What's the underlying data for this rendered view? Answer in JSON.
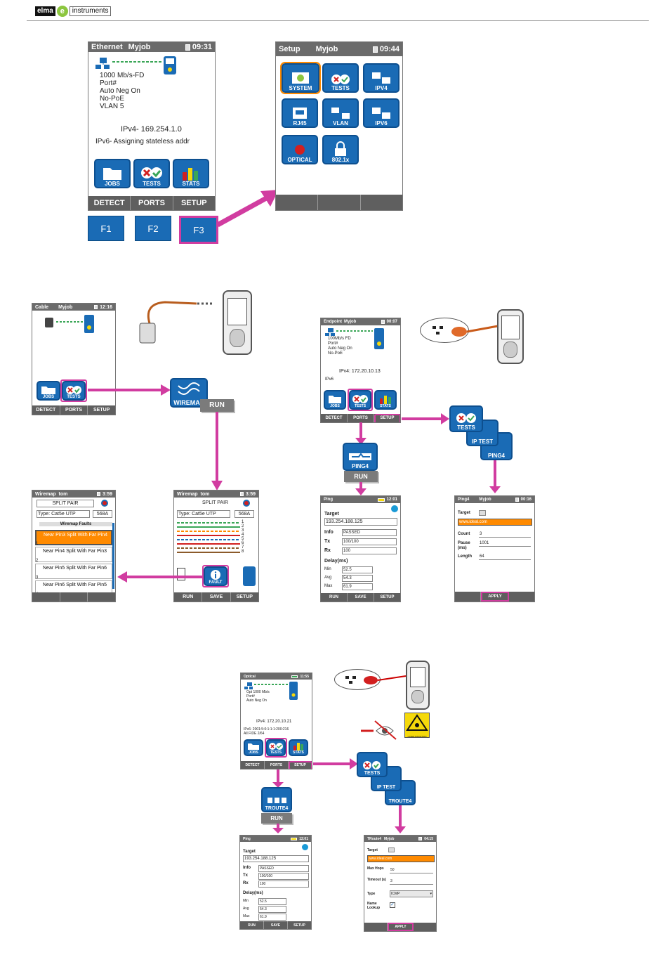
{
  "header": {
    "logo_left": "elma",
    "logo_mark": "e",
    "logo_right": "instruments"
  },
  "colors": {
    "accent": "#d13ca0",
    "tile_blue": "#1a6bb5",
    "title_gray": "#6b6b6b",
    "orange": "#ff8a00"
  },
  "ethernet_screen": {
    "title": "Ethernet",
    "job": "Myjob",
    "time": "09:31",
    "lines": [
      "1000 Mb/s-FD",
      "Port#",
      "Auto Neg On",
      "No-PoE",
      "VLAN 5"
    ],
    "ipv4": "IPv4- 169.254.1.0",
    "ipv6": "IPv6- Assigning stateless addr",
    "tiles": [
      "JOBS",
      "TESTS",
      "STATS"
    ],
    "softkeys": [
      "DETECT",
      "PORTS",
      "SETUP"
    ]
  },
  "fkeys": [
    "F1",
    "F2",
    "F3"
  ],
  "setup_screen": {
    "title": "Setup",
    "job": "Myjob",
    "time": "09:44",
    "tiles": [
      "SYSTEM",
      "TESTS",
      "IPV4",
      "RJ45",
      "VLAN",
      "IPV6",
      "OPTICAL",
      "802.1x"
    ]
  },
  "cable_screen": {
    "title": "Cable",
    "job": "Myjob",
    "time": "12:16",
    "tiles": [
      "JOBS",
      "TESTS"
    ],
    "softkeys": [
      "DETECT",
      "PORTS",
      "SETUP"
    ]
  },
  "wiremap_tile": {
    "label": "WIREMAP",
    "run": "RUN"
  },
  "wiremap_result": {
    "title": "Wiremap",
    "job": "tom",
    "time": "3:59",
    "status": "SPLIT PAIR",
    "type": "Type: Cat5e UTP",
    "std": "568A",
    "pairs": [
      "1",
      "2",
      "3",
      "4",
      "5",
      "6",
      "7",
      "8"
    ],
    "fault_label": "FAULT",
    "softkeys": [
      "RUN",
      "SAVE",
      "SETUP"
    ]
  },
  "wiremap_faults": {
    "title": "Wiremap",
    "job": "tom",
    "time": "3:59",
    "status": "SPLIT PAIR",
    "type": "Type: Cat5e UTP",
    "std": "568A",
    "header": "Wiremap Faults",
    "items": [
      "Near Pin3 Split With Far Pin4",
      "Near Pin4 Split With Far Pin3",
      "Near Pin5 Split With Far Pin6",
      "Near Pin6 Split With Far Pin5"
    ],
    "numbers": [
      "1",
      "2",
      "3",
      "4"
    ]
  },
  "endpoint_screen": {
    "title": "Endpoint",
    "job": "Myjob",
    "time": "00:07",
    "lines": [
      "100Mb/s FD",
      "Port#",
      "Auto Neg On",
      "No-PoE"
    ],
    "ipv4": "IPv4: 172.20.10.13",
    "ipv6": "IPv6",
    "tiles": [
      "JOBS",
      "TESTS",
      "STATS"
    ],
    "softkeys": [
      "DETECT",
      "PORTS",
      "SETUP"
    ]
  },
  "ping_tile": {
    "label": "PING4",
    "run": "RUN"
  },
  "stack1": [
    "TESTS",
    "IP TEST",
    "PING4"
  ],
  "ping_result": {
    "title": "Ping",
    "time": "12:01",
    "target_label": "Target",
    "target": "193.254.188.125",
    "info_label": "Info",
    "info": "PASSED",
    "tx_label": "Tx",
    "tx": "100/100",
    "rx_label": "Rx",
    "rx": "100",
    "delay_label": "Delay(ms)",
    "min_label": "Min",
    "min": "52.5",
    "avg_label": "Avg",
    "avg": "54.3",
    "max_label": "Max",
    "max": "61.9",
    "softkeys": [
      "RUN",
      "SAVE",
      "SETUP"
    ]
  },
  "ping4_setup": {
    "title": "Ping4",
    "job": "Myjob",
    "time": "00:16",
    "target_label": "Target",
    "target": "www.ideal.com",
    "count_label": "Count",
    "count": "3",
    "pause_label": "Pause (ms)",
    "pause": "1001",
    "length_label": "Length",
    "length": "64",
    "apply": "APPLY"
  },
  "optical_screen": {
    "title": "Optical",
    "time": "11:55",
    "lines": [
      "Opt 1000 Mb/s",
      "Port#",
      "Auto Neg On"
    ],
    "ipv4": "IPv4: 172.20.10.21",
    "ipv6a": "IPv6: 2001:5:0:1:1:1:200:216",
    "ipv6b": "All FIDE 2/64",
    "tiles": [
      "JOBS",
      "TESTS",
      "STATS"
    ],
    "softkeys": [
      "DETECT",
      "PORTS",
      "SETUP"
    ]
  },
  "troute_tile": {
    "label": "TROUTE4",
    "run": "RUN"
  },
  "stack2": [
    "TESTS",
    "IP TEST",
    "TROUTE4"
  ],
  "ping_result2": {
    "title": "Ping",
    "time": "12:01",
    "target_label": "Target",
    "target": "193.254.188.125",
    "info_label": "Info",
    "info": "PASSED",
    "tx_label": "Tx",
    "tx": "100/100",
    "rx_label": "Rx",
    "rx": "100",
    "delay_label": "Delay(ms)",
    "min_label": "Min",
    "min": "52.5",
    "avg_label": "Avg",
    "avg": "54.3",
    "max_label": "Max",
    "max": "61.9",
    "softkeys": [
      "RUN",
      "SAVE",
      "SETUP"
    ]
  },
  "troute_setup": {
    "title": "TRoute4",
    "job": "Myjob",
    "time": "04:15",
    "target_label": "Target",
    "target": "www.ideal.com",
    "hops_label": "Max Hops",
    "hops": "50",
    "timeout_label": "Timeout (s)",
    "timeout": "3",
    "type_label": "Type",
    "type": "ICMP",
    "name_label": "Name Lookup",
    "apply": "APPLY"
  },
  "laser_label": "LASER RADIATION"
}
